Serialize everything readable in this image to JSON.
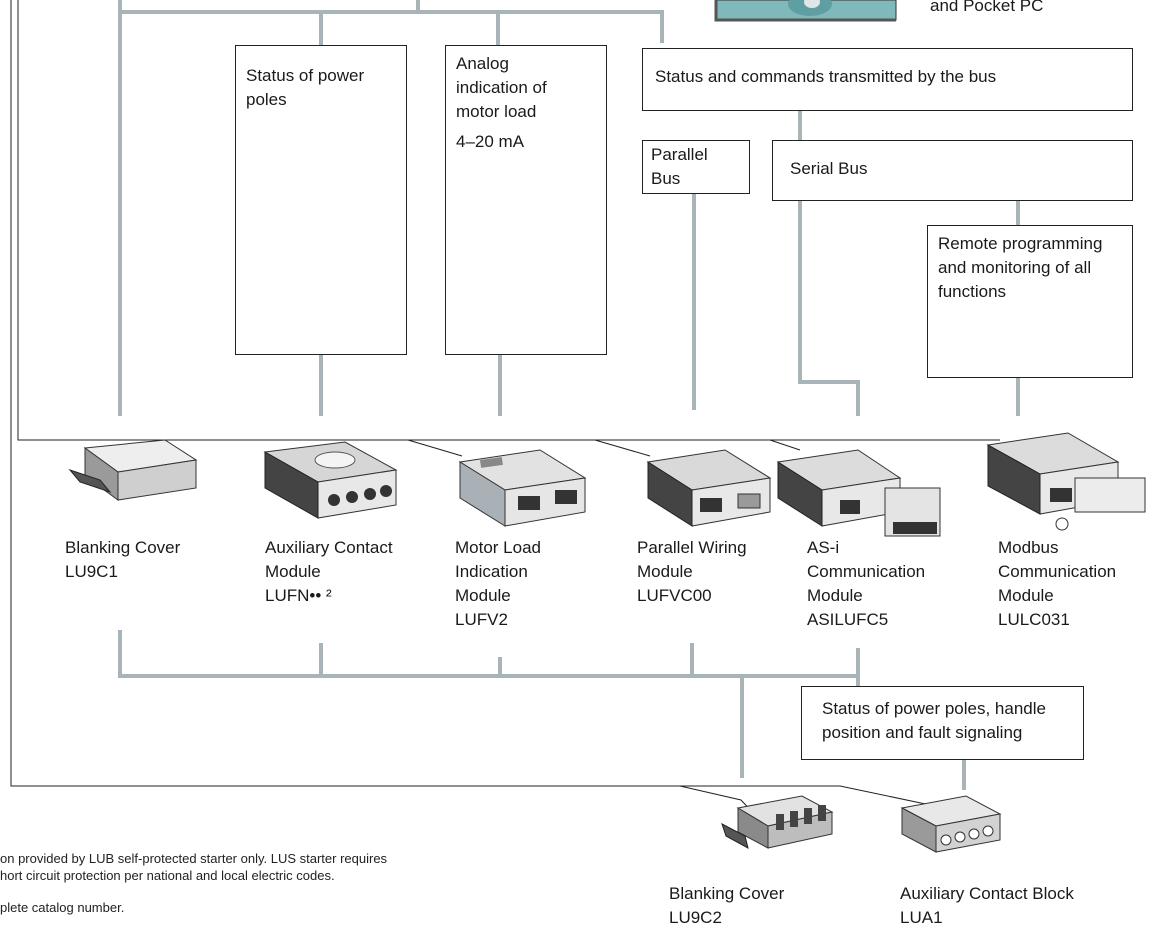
{
  "boxes": {
    "status_power_poles": "Status of power poles",
    "analog_indication": "Analog indication of motor load",
    "analog_current": "4–20 mA",
    "status_commands_bus": "Status and commands transmitted by the bus",
    "parallel_bus": "Parallel Bus",
    "serial_bus": "Serial Bus",
    "remote_programming": "Remote programming and monitoring of all functions",
    "status_handle_fault": "Status of power poles, handle position and fault signaling"
  },
  "corner_caption": "and Pocket PC",
  "modules": [
    {
      "lines": [
        "Blanking Cover",
        "LU9C1"
      ]
    },
    {
      "lines": [
        "Auxiliary Contact",
        "Module",
        "LUFN•• ²"
      ]
    },
    {
      "lines": [
        "Motor Load",
        "Indication",
        "Module",
        "LUFV2"
      ]
    },
    {
      "lines": [
        "Parallel Wiring",
        "Module",
        "LUFVC00"
      ]
    },
    {
      "lines": [
        "AS-i",
        "Communication",
        "Module",
        "ASILUFC5"
      ]
    },
    {
      "lines": [
        "Modbus",
        "Communication",
        "Module",
        "LULC031"
      ]
    }
  ],
  "bottom_modules": [
    {
      "lines": [
        "Blanking Cover",
        "LU9C2"
      ]
    },
    {
      "lines": [
        "Auxiliary Contact Block",
        "LUA1"
      ]
    }
  ],
  "footnotes": [
    "on provided by LUB self-protected starter only. LUS starter requires",
    "hort circuit protection per national and local electric codes.",
    "plete catalog number."
  ],
  "colors": {
    "connector_line": "#a9b4b8",
    "device_body": "#d8d8d8",
    "device_dark": "#3a3a3a",
    "thumbnail_teal": "#7fb9bb"
  }
}
